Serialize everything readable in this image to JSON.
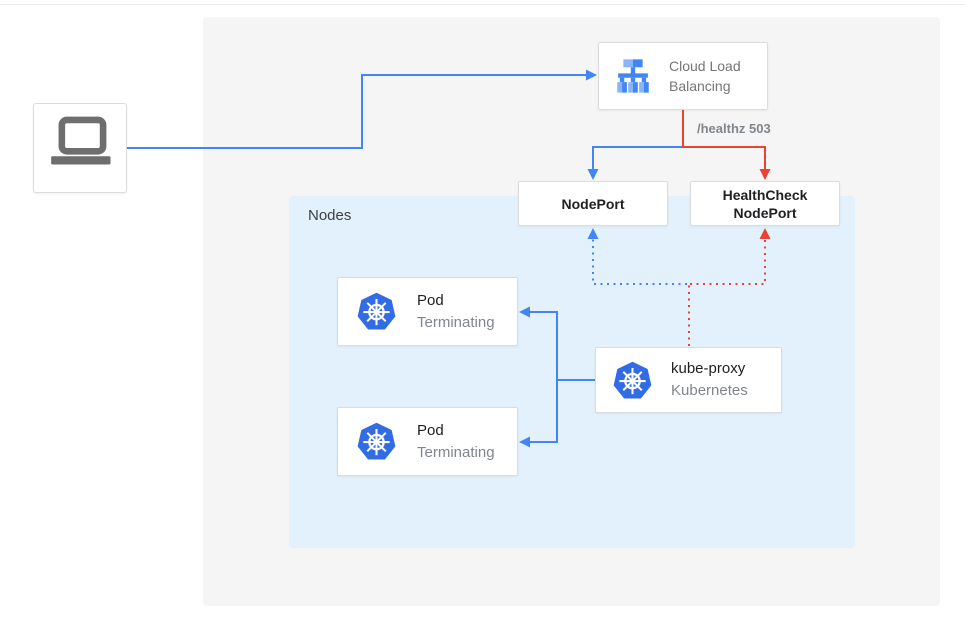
{
  "diagram": {
    "nodes_panel_label": "Nodes",
    "client": {
      "icon": "laptop-icon"
    },
    "cloud_load_balancing": {
      "label": "Cloud Load Balancing",
      "icon": "load-balancer-icon"
    },
    "healthz_label": "/healthz 503",
    "nodeport": {
      "label": "NodePort"
    },
    "healthcheck_nodeport": {
      "label": "HealthCheck NodePort"
    },
    "pods": [
      {
        "title": "Pod",
        "status": "Terminating",
        "icon": "kubernetes-icon"
      },
      {
        "title": "Pod",
        "status": "Terminating",
        "icon": "kubernetes-icon"
      }
    ],
    "kube_proxy": {
      "title": "kube-proxy",
      "subtitle": "Kubernetes",
      "icon": "kubernetes-icon"
    },
    "colors": {
      "blue_arrow": "#4285f4",
      "red_arrow": "#ea4335",
      "background_panel": "#f5f5f5",
      "nodes_panel": "#e3f1fc",
      "kubernetes_blue": "#326ce5",
      "icon_blue_light": "#8ab4f8",
      "icon_blue": "#4285f4",
      "laptop_gray": "#6e6e6e",
      "muted_text": "#757575"
    }
  }
}
